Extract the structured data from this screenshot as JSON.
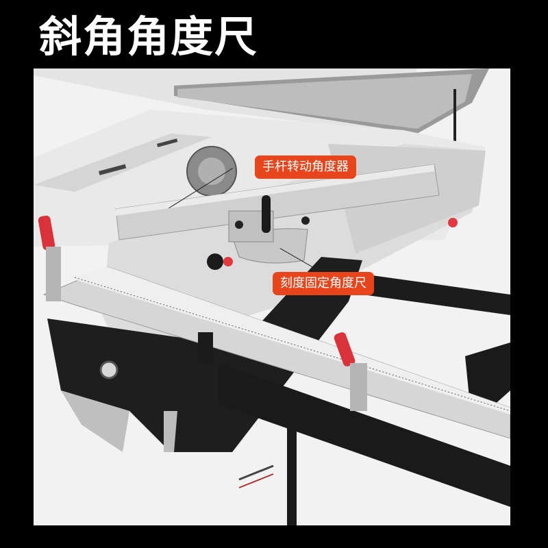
{
  "title": "斜角角度尺",
  "callouts": [
    {
      "id": "lever-protractor",
      "label": "手杆转动角度器"
    },
    {
      "id": "fixed-angle-scale",
      "label": "刻度固定角度尺"
    }
  ],
  "colors": {
    "background": "#000000",
    "title_text": "#ffffff",
    "callout_fill": "#e8451c",
    "callout_text": "#ffffff",
    "clamp_handle": "#d9323a",
    "frame_black": "#1c1c1c",
    "aluminum": "#d8d8d8"
  }
}
